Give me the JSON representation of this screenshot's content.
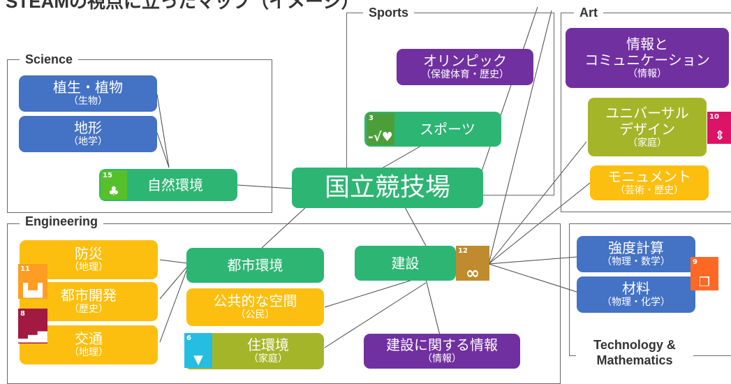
{
  "title_partial": "STEAMの視点に立ったマップ（イメージ）",
  "frames": {
    "sports": "Sports",
    "art": "Art",
    "science": "Science",
    "engineering": "Engineering",
    "tech_math_line1": "Technology &",
    "tech_math_line2": "Mathematics"
  },
  "center": "国立競技場",
  "nodes": {
    "olympics": {
      "title": "オリンピック",
      "sub": "（保健体育・歴史）"
    },
    "sports": {
      "title": "スポーツ"
    },
    "info_comm": {
      "title1": "情報と",
      "title2": "コミュニケーション",
      "sub": "（情報）"
    },
    "universal": {
      "title1": "ユニバーサル",
      "title2": "デザイン",
      "sub": "（家庭）"
    },
    "monument": {
      "title": "モニュメント",
      "sub": "（芸術・歴史）"
    },
    "vegetation": {
      "title": "植生・植物",
      "sub": "（生物）"
    },
    "terrain": {
      "title": "地形",
      "sub": "（地学）"
    },
    "nature": {
      "title": "自然環境"
    },
    "disaster": {
      "title": "防災",
      "sub": "（地理）"
    },
    "urban_dev": {
      "title": "都市開発",
      "sub": "（歴史）"
    },
    "traffic": {
      "title": "交通",
      "sub": "（地理）"
    },
    "urban_env": {
      "title": "都市環境"
    },
    "public_space": {
      "title": "公共的な空間",
      "sub": "（公民）"
    },
    "housing": {
      "title": "住環境",
      "sub": "（家庭）"
    },
    "construction": {
      "title": "建設"
    },
    "construction_info": {
      "title": "建設に関する情報",
      "sub": "（情報）"
    },
    "strength": {
      "title": "強度計算",
      "sub": "（物理・数学）"
    },
    "material": {
      "title": "材料",
      "sub": "（物理・化学）"
    }
  },
  "sdg_badges": {
    "sdg3": {
      "num": "3",
      "color": "#4c9f38",
      "icon": "heartbeat-icon"
    },
    "sdg15": {
      "num": "15",
      "color": "#56c02b",
      "icon": "tree-icon"
    },
    "sdg10": {
      "num": "10",
      "color": "#dd1367",
      "icon": "equality-icon"
    },
    "sdg11": {
      "num": "11",
      "color": "#fd9d24",
      "icon": "city-icon"
    },
    "sdg8": {
      "num": "8",
      "color": "#a21942",
      "icon": "growth-icon"
    },
    "sdg6": {
      "num": "6",
      "color": "#26bde2",
      "icon": "water-drop-icon"
    },
    "sdg12": {
      "num": "12",
      "color": "#bf8b2e",
      "icon": "infinity-icon"
    },
    "sdg9": {
      "num": "9",
      "color": "#fd6925",
      "icon": "cubes-icon"
    }
  }
}
